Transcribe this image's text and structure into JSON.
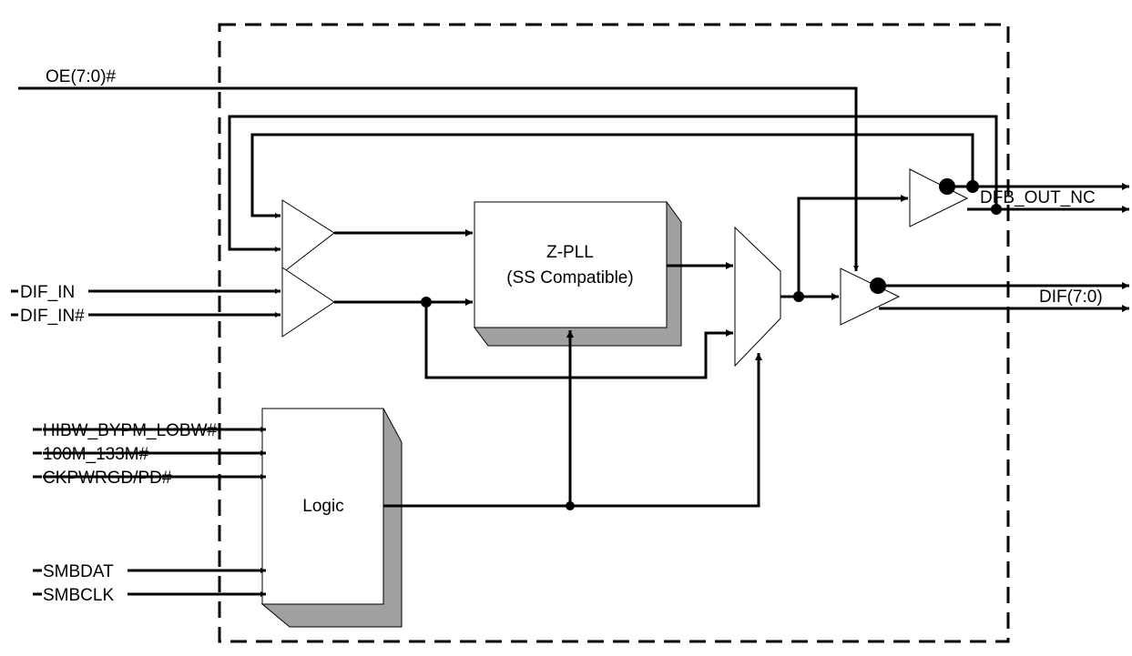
{
  "signals": {
    "oe": "OE(7:0)#",
    "dif_in": "DIF_IN",
    "dif_in_n": "DIF_IN#",
    "hibw": "HIBW_BYPM_LOBW#",
    "freq_sel": "100M_133M#",
    "ckpwrgd": "CKPWRGD/PD#",
    "smbdat": "SMBDAT",
    "smbclk": "SMBCLK",
    "dfb_out": "DFB_OUT_NC",
    "dif_out": "DIF(7:0)"
  },
  "blocks": {
    "pll_title": "Z-PLL",
    "pll_subtitle": "(SS Compatible)",
    "logic": "Logic"
  },
  "colors": {
    "line": "#000000",
    "block_fill": "#ffffff",
    "block_shadow": "#a0a0a0"
  }
}
